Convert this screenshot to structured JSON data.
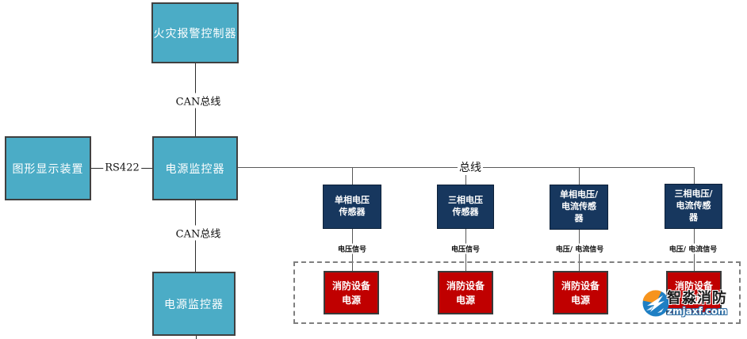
{
  "diagram": {
    "nodes": {
      "fire_alarm_controller": "火灾报警控制器",
      "graphic_display": "图形显示装置",
      "power_monitor_mid": "电源监控器",
      "power_monitor_bottom": "电源监控器"
    },
    "links": {
      "can_bus_top": "CAN总线",
      "can_bus_bottom": "CAN总线",
      "rs422": "RS422",
      "bus": "总线"
    },
    "sensors": [
      {
        "label": "单相电压\n传感器",
        "signal": "电压信号"
      },
      {
        "label": "三相电压\n传感器",
        "signal": "电压信号"
      },
      {
        "label": "单相电压/\n电流传感\n器",
        "signal": "电压/ 电流信号"
      },
      {
        "label": "三相电压/\n电流传感\n器",
        "signal": "电压/ 电流信号"
      }
    ],
    "power_supplies": [
      {
        "label": "消防设备\n电源"
      },
      {
        "label": "消防设备\n电源"
      },
      {
        "label": "消防设备\n电源"
      },
      {
        "label": "消防设备\n电源"
      }
    ],
    "watermark": {
      "brand": "智淼消防",
      "domain": "zmjaxf.com"
    },
    "colors": {
      "teal_node": "#4BACC6",
      "navy_node": "#17375E",
      "red_node": "#C00000",
      "line": "#595959"
    }
  }
}
